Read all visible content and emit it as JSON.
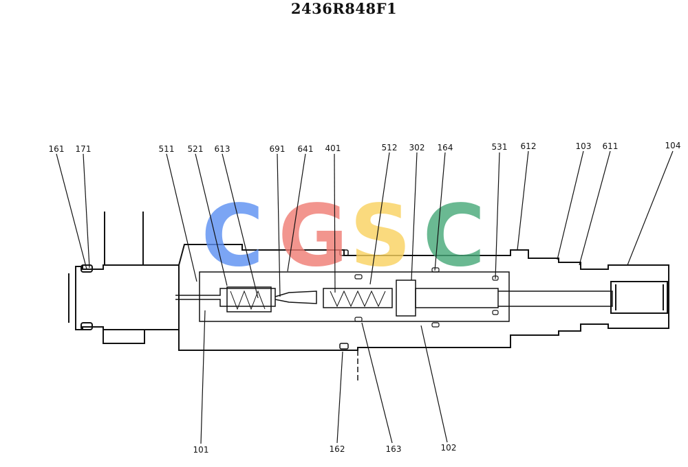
{
  "title": "2436R848F1",
  "watermark": {
    "letters": [
      "C",
      "G",
      "S",
      "C"
    ],
    "colors": [
      "#5b8ff2",
      "#f07b72",
      "#f9d25e",
      "#45a878"
    ]
  },
  "part_labels": {
    "p161": "161",
    "p171": "171",
    "p511": "511",
    "p521": "521",
    "p613": "613",
    "p691": "691",
    "p641": "641",
    "p401": "401",
    "p512": "512",
    "p302": "302",
    "p164": "164",
    "p531": "531",
    "p612": "612",
    "p103": "103",
    "p611": "611",
    "p104": "104",
    "p101": "101",
    "p162": "162",
    "p163": "163",
    "p102": "102"
  }
}
